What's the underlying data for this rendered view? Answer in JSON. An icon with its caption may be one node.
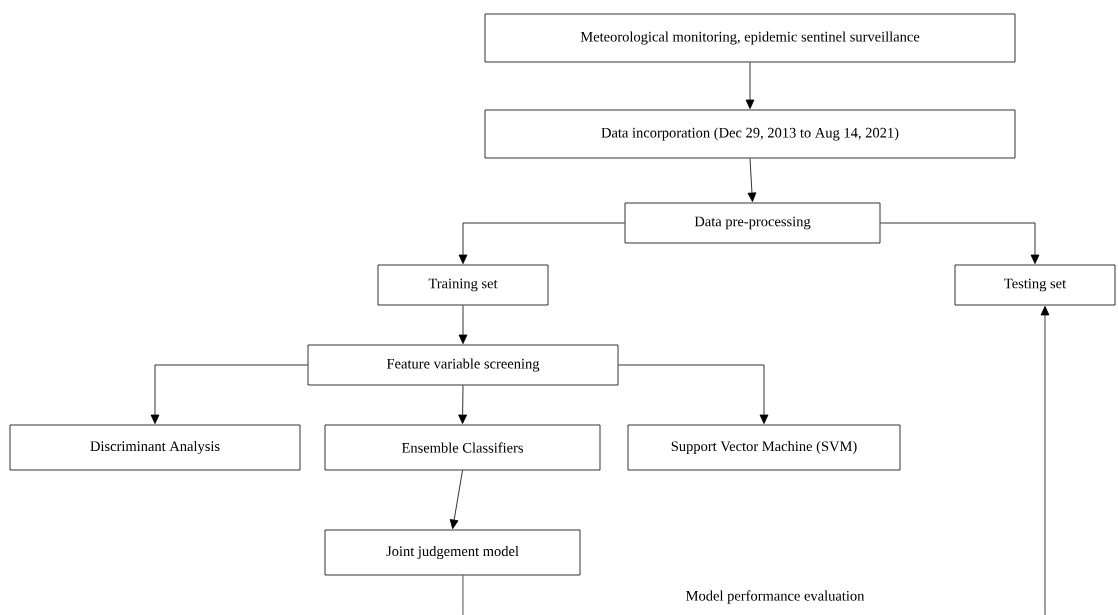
{
  "diagram": {
    "nodes": [
      {
        "text": [
          "Meteorological monitoring, epidemic sentinel surveillance"
        ]
      },
      {
        "text": [
          "Data incorporation (Dec 29, 2013 to Aug 14, 2021)"
        ]
      },
      {
        "text": [
          "Data pre-processing"
        ]
      },
      {
        "text": [
          "Training set"
        ]
      },
      {
        "text": [
          "Testing set"
        ]
      },
      {
        "text": [
          "Feature variable screening"
        ]
      },
      {
        "text": [
          "Discriminant Analysis"
        ]
      },
      {
        "text": [
          "Ensemble Classifiers"
        ]
      },
      {
        "text": [
          "Support Vector Machine (SVM)"
        ]
      },
      {
        "text": [
          "Joint judgement model"
        ]
      }
    ],
    "edges": [
      {
        "from": 0,
        "to": 1,
        "arrow": "to"
      },
      {
        "from": 1,
        "to": 2,
        "arrow": "to"
      },
      {
        "from": 2,
        "to": 3,
        "arrow": "to"
      },
      {
        "from": 2,
        "to": 4,
        "arrow": "to"
      },
      {
        "from": 3,
        "to": 5,
        "arrow": "to"
      },
      {
        "from": 5,
        "to": 6,
        "arrow": "to"
      },
      {
        "from": 5,
        "to": 7,
        "arrow": "to"
      },
      {
        "from": 5,
        "to": 8,
        "arrow": "to"
      },
      {
        "from": 7,
        "to": 9,
        "arrow": "to"
      },
      {
        "from": 9,
        "to": null,
        "arrow": "none"
      },
      {
        "from": null,
        "to": 4,
        "arrow": "to"
      }
    ],
    "labels": [
      "Model performance evaluation"
    ]
  }
}
